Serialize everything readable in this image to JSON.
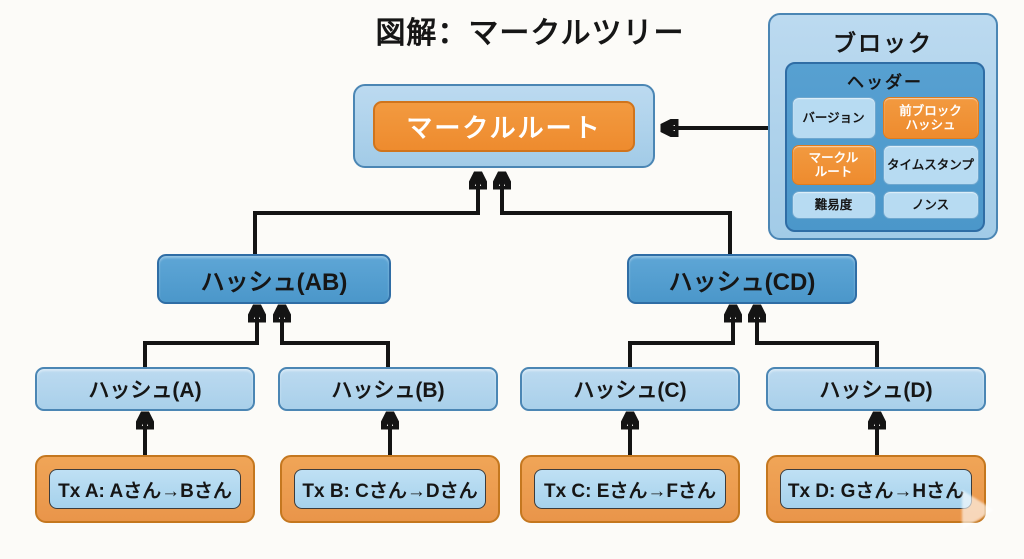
{
  "title": "図解：マークルツリー",
  "tree": {
    "root_label": "マークルルート",
    "level2": [
      {
        "label": "ハッシュ(AB)"
      },
      {
        "label": "ハッシュ(CD)"
      }
    ],
    "leaves": [
      {
        "label": "ハッシュ(A)"
      },
      {
        "label": "ハッシュ(B)"
      },
      {
        "label": "ハッシュ(C)"
      },
      {
        "label": "ハッシュ(D)"
      }
    ],
    "transactions": [
      {
        "label": "Tx A: Aさん→Bさん"
      },
      {
        "label": "Tx B: Cさん→Dさん"
      },
      {
        "label": "Tx C: Eさん→Fさん"
      },
      {
        "label": "Tx D: Gさん→Hさん"
      }
    ]
  },
  "block": {
    "title": "ブロック",
    "header": {
      "title": "ヘッダー",
      "fields": [
        {
          "label": "バージョン",
          "highlight": false
        },
        {
          "label": "前ブロック\nハッシュ",
          "highlight": true
        },
        {
          "label": "マークル\nルート",
          "highlight": true
        },
        {
          "label": "タイムスタンプ",
          "highlight": false
        },
        {
          "label": "難易度",
          "highlight": false
        },
        {
          "label": "ノンス",
          "highlight": false
        }
      ]
    }
  },
  "colors": {
    "orange": "#ee8b2e",
    "blue-medium": "#4b97ca",
    "blue-light": "#a9d0ea",
    "line": "#141414",
    "bg": "#fcfbf8"
  }
}
